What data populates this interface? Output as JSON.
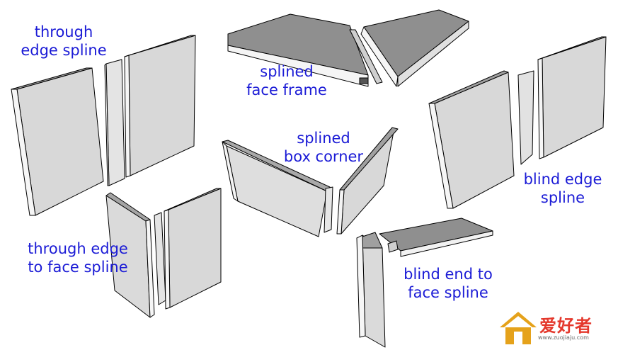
{
  "labels": {
    "through_edge_spline": [
      "through",
      "edge spline"
    ],
    "splined_face_frame": [
      "splined",
      "face frame"
    ],
    "splined_box_corner": [
      "splined",
      "box corner"
    ],
    "blind_edge_spline": [
      "blind edge",
      "spline"
    ],
    "through_edge_to_face_spline": [
      "through edge",
      "to face spline"
    ],
    "blind_end_to_face_spline": [
      "blind end to",
      "face spline"
    ]
  },
  "watermark": {
    "text": "爱好者",
    "url": "www.zuojiaju.com"
  },
  "colors": {
    "label": "#1b1bd6",
    "board_face": "#d6d6d6",
    "board_top": "#8e8e8e",
    "board_edge": "#f7f7f7",
    "outline": "#000000",
    "watermark_red": "#e4382c",
    "watermark_gold": "#e5a21b"
  }
}
